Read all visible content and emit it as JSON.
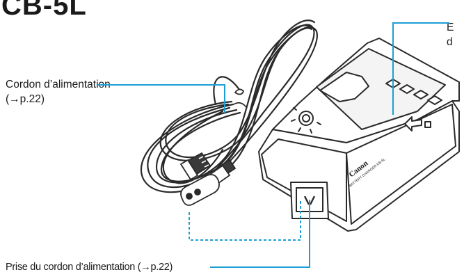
{
  "title": "CB-5L",
  "labels": {
    "power_cord": {
      "line1": "Cordon d’alimentation",
      "line2": "(→p.22)"
    },
    "power_plug": "Prise du cordon d’alimentation (→p.22)",
    "battery_slot": {
      "line1": "E",
      "line2": "d"
    }
  },
  "charger": {
    "brand": "Canon",
    "model": "BATTERY CHARGER CB-5L"
  },
  "colors": {
    "leader": "#1d9fd6",
    "ink": "#1a1a1a"
  }
}
